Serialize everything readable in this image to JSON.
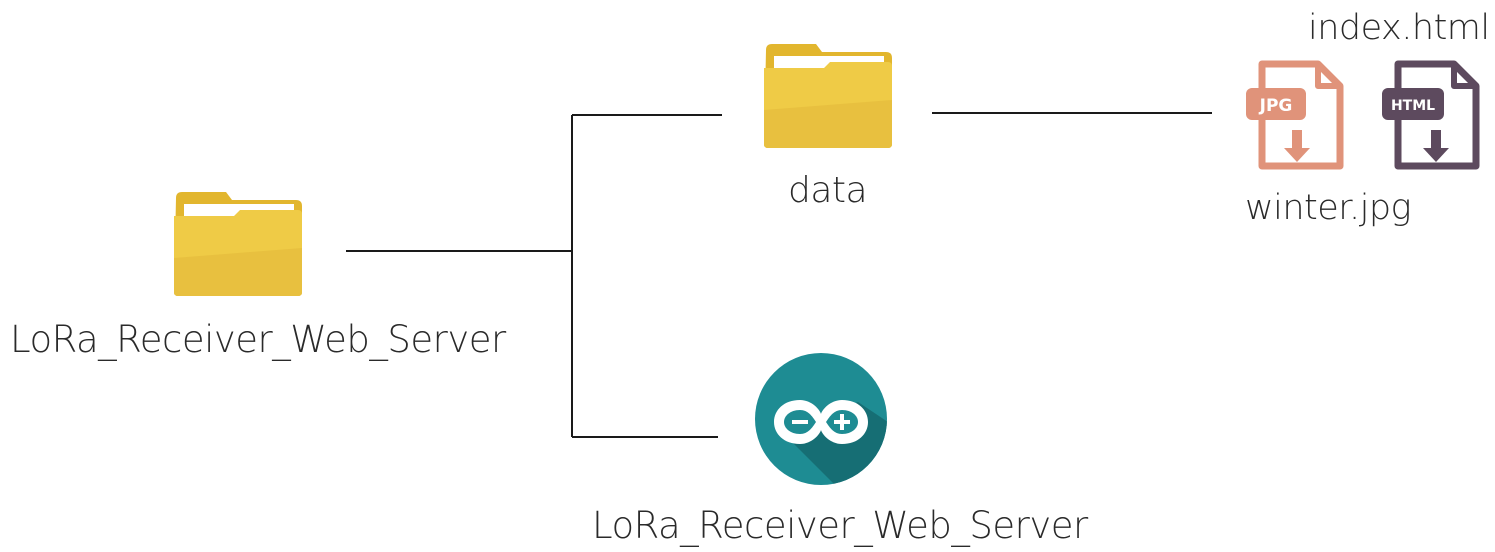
{
  "root_folder": {
    "name": "LoRa_Receiver_Web_Server",
    "icon": "folder-icon"
  },
  "data_folder": {
    "name": "data",
    "icon": "folder-icon"
  },
  "sketch_file": {
    "name": "LoRa_Receiver_Web_Server",
    "icon": "arduino-icon"
  },
  "files": {
    "image": {
      "name": "winter.jpg",
      "badge": "JPG",
      "icon": "jpg-file-icon"
    },
    "html": {
      "name": "index.html",
      "badge": "HTML",
      "icon": "html-file-icon"
    }
  },
  "colors": {
    "folder_front": "#E8C53A",
    "folder_back": "#F0D35A",
    "arduino": "#1E8C93",
    "jpg": "#E0937A",
    "html": "#5D4A5E",
    "line": "#1a1a1a"
  }
}
